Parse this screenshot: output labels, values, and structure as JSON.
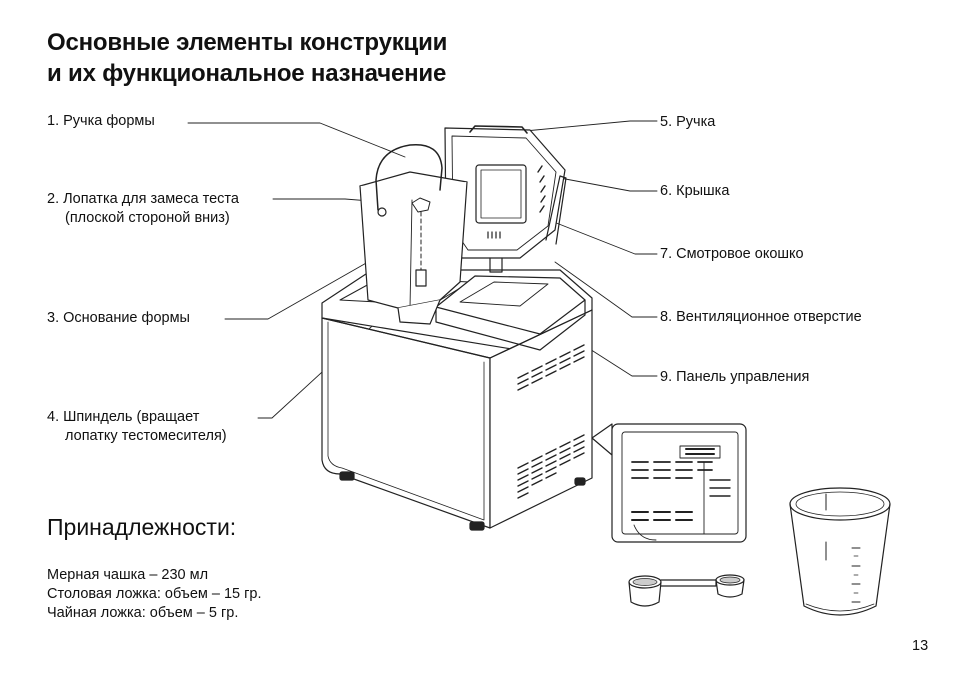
{
  "page": {
    "title_line1": "Основные элементы конструкции",
    "title_line2": "и их функциональное назначение",
    "page_number": "13"
  },
  "callouts": {
    "c1": {
      "line1": "1. Ручка формы"
    },
    "c2": {
      "line1": "2. Лопатка для замеса теста",
      "line2": "(плоской стороной вниз)"
    },
    "c3": {
      "line1": "3. Основание формы"
    },
    "c4": {
      "line1": "4. Шпиндель (вращает",
      "line2": "лопатку тестомесителя)"
    },
    "c5": {
      "line1": "5. Ручка"
    },
    "c6": {
      "line1": "6. Крышка"
    },
    "c7": {
      "line1": "7. Смотровое окошко"
    },
    "c8": {
      "line1": "8. Вентиляционное отверстие"
    },
    "c9": {
      "line1": "9. Панель управления"
    }
  },
  "accessories": {
    "heading": "Принадлежности:",
    "items": [
      "Мерная чашка – 230 мл",
      "Столовая ложка: объем – 15 гр.",
      "Чайная ложка: объем – 5 гр."
    ]
  }
}
